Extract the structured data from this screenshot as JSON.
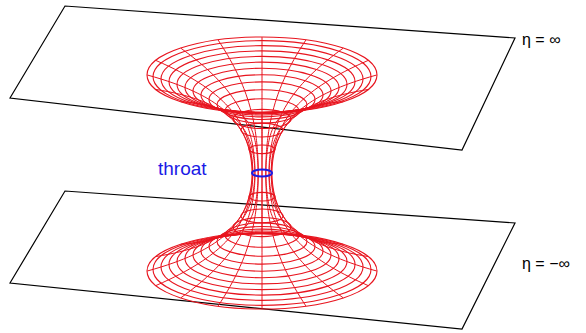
{
  "diagram": {
    "labels": [
      "throat",
      "η = ∞",
      "η = −∞"
    ]
  }
}
